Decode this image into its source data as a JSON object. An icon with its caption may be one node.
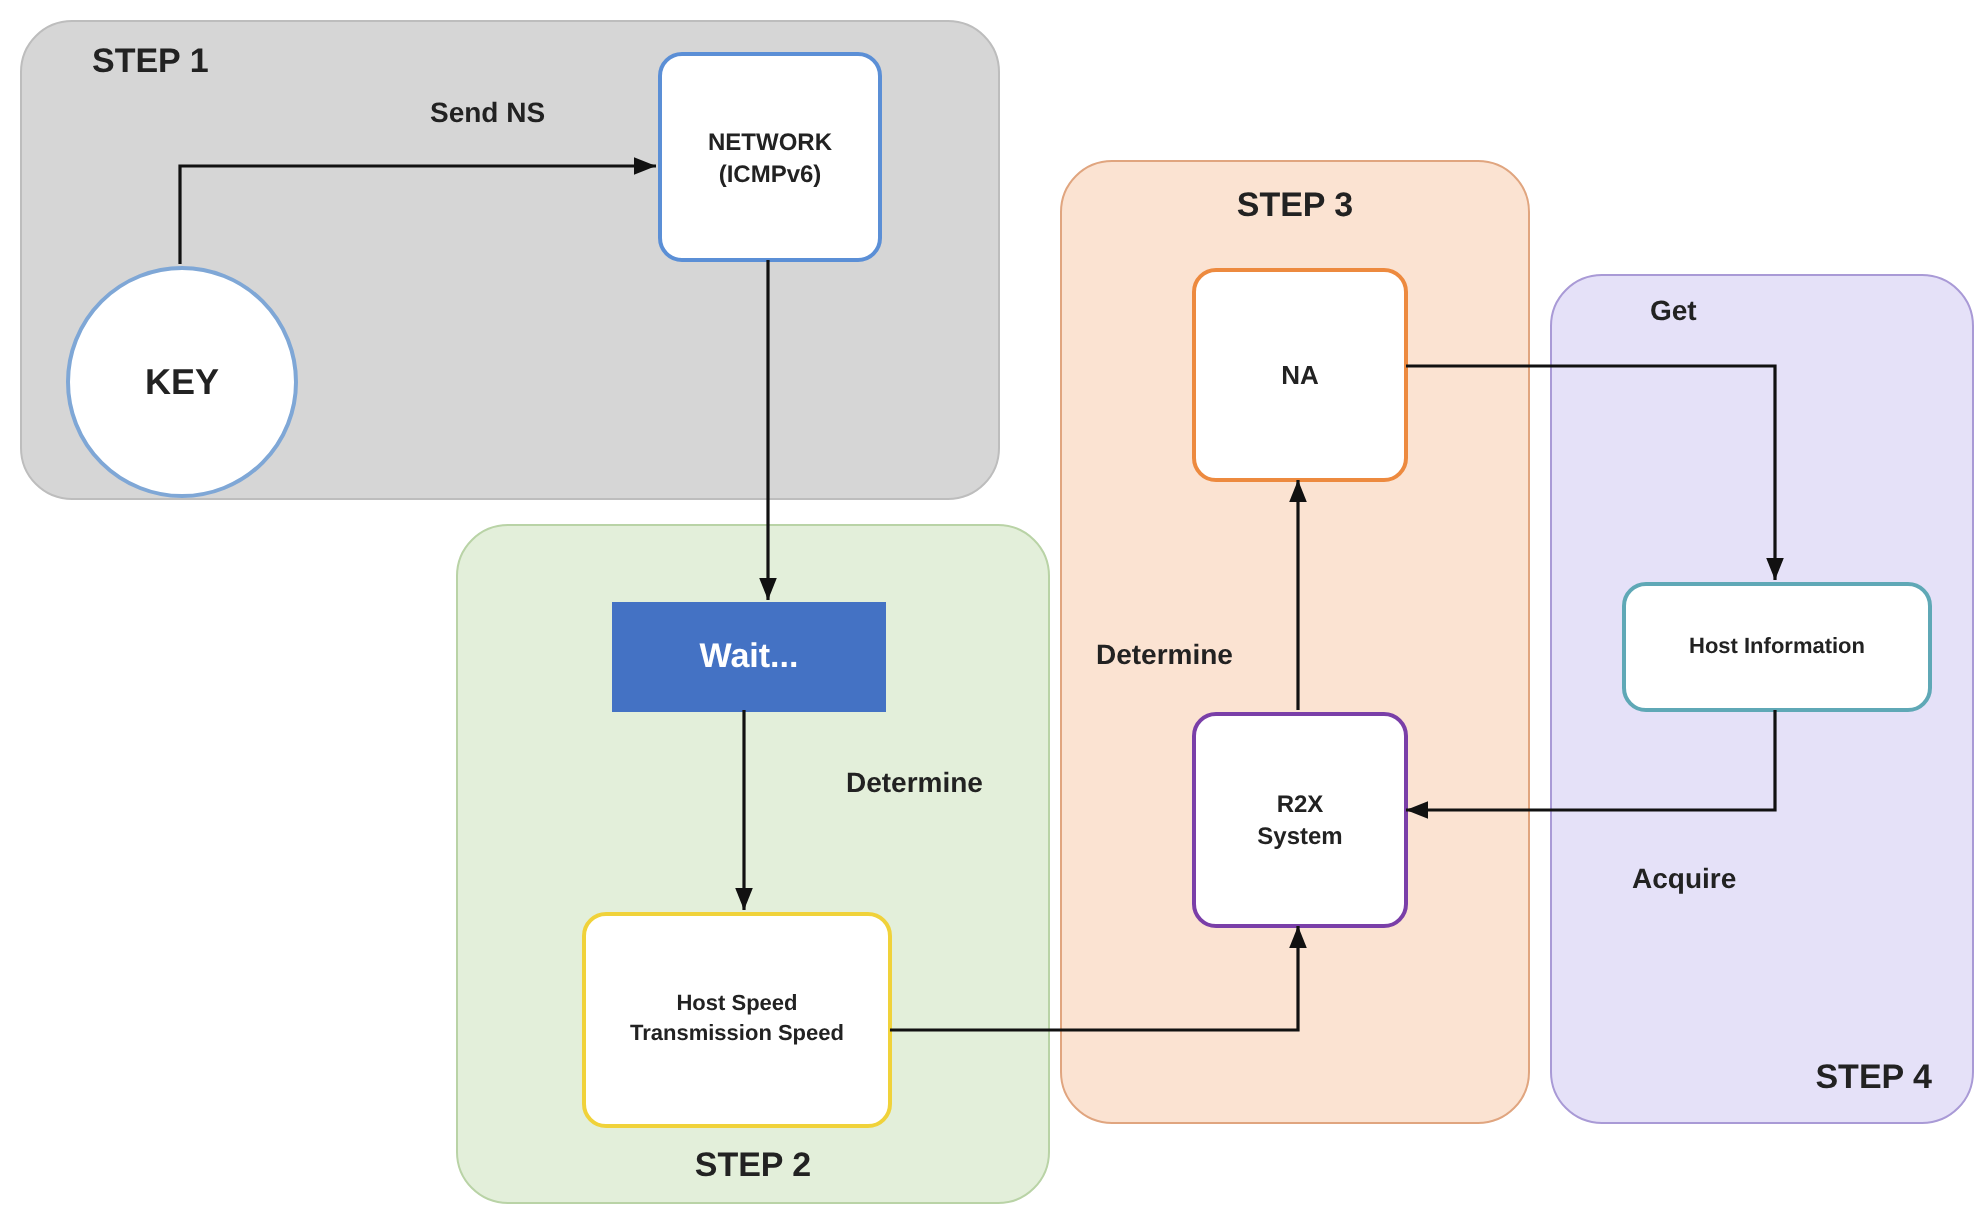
{
  "diagram": {
    "nodes": [
      {
        "text": [
          "STEP 1"
        ]
      },
      {
        "text": [
          "KEY"
        ],
        "in": 0
      },
      {
        "text": [
          "NETWORK (ICMPv6)"
        ],
        "in": 0
      },
      {
        "text": [
          "STEP 2"
        ]
      },
      {
        "text": [
          "Wait..."
        ],
        "in": 3
      },
      {
        "text": [
          "Host Speed Transmission Speed"
        ],
        "in": 3
      },
      {
        "text": [
          "STEP 3"
        ]
      },
      {
        "text": [
          "NA"
        ],
        "in": 6
      },
      {
        "text": [
          "R2X System"
        ],
        "in": 6
      },
      {
        "text": [
          "STEP 4"
        ]
      },
      {
        "text": [
          "Host Information"
        ],
        "in": 9
      }
    ],
    "edges": [
      {
        "from": 1,
        "to": 2,
        "arrow": "to",
        "label": "Send NS"
      },
      {
        "from": 2,
        "to": 4,
        "arrow": "to"
      },
      {
        "from": 4,
        "to": 5,
        "arrow": "to",
        "label": "Determine"
      },
      {
        "from": 5,
        "to": 8,
        "arrow": "to"
      },
      {
        "from": 8,
        "to": 7,
        "arrow": "to",
        "label": "Determine"
      },
      {
        "from": 7,
        "to": 10,
        "arrow": "to",
        "label": "Get"
      },
      {
        "from": 10,
        "to": 8,
        "arrow": "to",
        "label": "Acquire"
      }
    ]
  }
}
